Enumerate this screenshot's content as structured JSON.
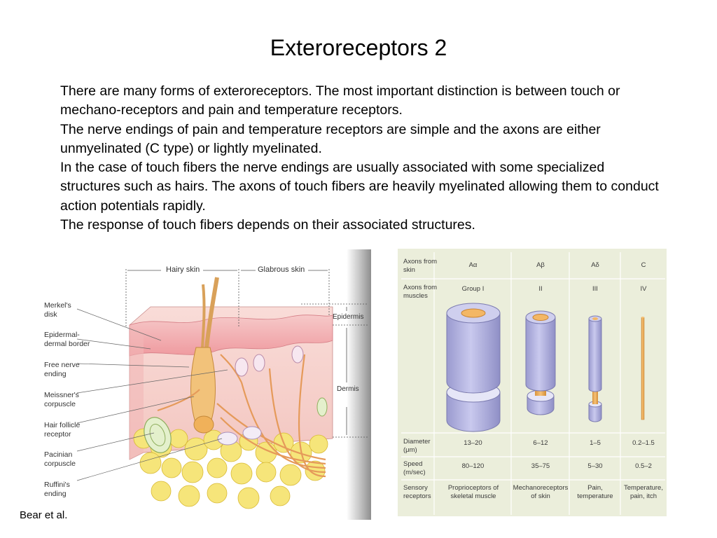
{
  "title": "Exteroreceptors 2",
  "paragraphs": [
    "There are many forms of exteroreceptors. The most important distinction is between touch or mechano-receptors and pain and temperature receptors.",
    "The nerve endings of pain and temperature receptors are simple and the axons are either unmyelinated (C type) or lightly myelinated.",
    "In the case of touch fibers the nerve endings are usually associated with some specialized structures such as hairs. The axons of touch fibers are heavily myelinated allowing them to conduct action potentials rapidly.",
    "The response of touch fibers depends on their associated structures."
  ],
  "credit": "Bear et al.",
  "skin_figure": {
    "header_hairy": "Hairy skin",
    "header_glabrous": "Glabrous skin",
    "epidermis_label": "Epidermis",
    "dermis_label": "Dermis",
    "labels": [
      "Merkel's disk",
      "Epidermal-dermal border",
      "Free nerve ending",
      "Meissner's corpuscle",
      "Hair follicle receptor",
      "Pacinian corpuscle",
      "Ruffini's ending"
    ]
  },
  "axon_table": {
    "row_headers": {
      "skin": "Axons from skin",
      "muscles": "Axons from muscles",
      "diameter": "Diameter (μm)",
      "speed": "Speed (m/sec)",
      "sensory": "Sensory receptors"
    },
    "columns": [
      {
        "skin": "Aα",
        "muscle": "Group I",
        "diameter": "13–20",
        "speed": "80–120",
        "receptor": "Proprioceptors of skeletal muscle"
      },
      {
        "skin": "Aβ",
        "muscle": "II",
        "diameter": "6–12",
        "speed": "35–75",
        "receptor": "Mechanoreceptors of skin"
      },
      {
        "skin": "Aδ",
        "muscle": "III",
        "diameter": "1–5",
        "speed": "5–30",
        "receptor": "Pain, temperature"
      },
      {
        "skin": "C",
        "muscle": "IV",
        "diameter": "0.2–1.5",
        "speed": "0.5–2",
        "receptor": "Temperature, pain, itch"
      }
    ],
    "colors": {
      "background": "#ebeedb",
      "myelin": "#b3b3de",
      "axon": "#f0b060"
    }
  }
}
